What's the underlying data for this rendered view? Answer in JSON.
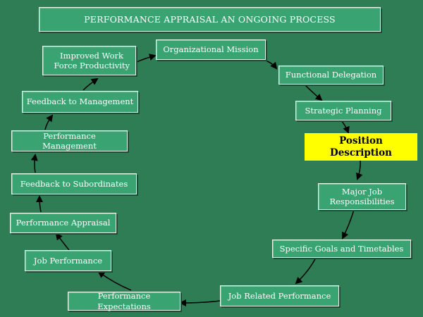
{
  "title": "PERFORMANCE APPRAISAL AN ONGOING PROCESS",
  "colors": {
    "background": "#2e7d55",
    "box_fill": "#3aa372",
    "box_border": "#e8f5ee",
    "highlight_fill": "#ffff00",
    "highlight_text": "#000000",
    "arrow": "#000000"
  },
  "steps": {
    "organizational_mission": "Organizational Mission",
    "functional_delegation": "Functional Delegation",
    "strategic_planning": "Strategic Planning",
    "position_description": "Position Description",
    "major_job_line1": "Major Job",
    "major_job_line2": "Responsibilities",
    "specific_goals": "Specific Goals and Timetables",
    "job_related_performance": "Job Related Performance",
    "performance_expectations": "Performance Expectations",
    "job_performance": "Job Performance",
    "performance_appraisal": "Performance Appraisal",
    "feedback_to_subordinates": "Feedback to Subordinates",
    "performance_management": "Performance Management",
    "feedback_to_management": "Feedback to Management",
    "improved_work_line1": "Improved Work",
    "improved_work_line2": "Force Productivity"
  }
}
